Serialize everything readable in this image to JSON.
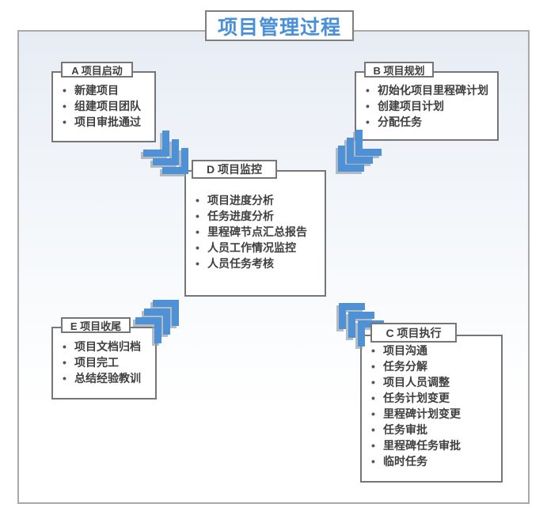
{
  "title": "项目管理过程",
  "phases": {
    "a": {
      "label": "A 项目启动",
      "items": [
        "新建项目",
        "组建项目团队",
        "项目审批通过"
      ]
    },
    "b": {
      "label": "B 项目规划",
      "items": [
        "初始化项目里程碑计划",
        "创建项目计划",
        "分配任务"
      ]
    },
    "d": {
      "label": "D 项目监控",
      "items": [
        "项目进度分析",
        "任务进度分析",
        "里程碑节点汇总报告",
        "人员工作情况监控",
        "人员任务考核"
      ]
    },
    "e": {
      "label": "E 项目收尾",
      "items": [
        "项目文档归档",
        "项目完工",
        "总结经验教训"
      ]
    },
    "c": {
      "label": "C 项目执行",
      "items": [
        "项目沟通",
        "任务分解",
        "项目人员调整",
        "任务计划变更",
        "里程碑计划变更",
        "任务审批",
        "里程碑任务审批",
        "临时任务"
      ]
    }
  },
  "arrows": [
    {
      "name": "triple-chevron-a-to-center",
      "direction": "southeast"
    },
    {
      "name": "triple-chevron-b-to-center",
      "direction": "southwest"
    },
    {
      "name": "triple-chevron-e-to-center",
      "direction": "northeast"
    },
    {
      "name": "triple-chevron-c-to-center",
      "direction": "northwest"
    }
  ],
  "colors": {
    "accent_blue": "#4a90d8",
    "chevron_blue": "#4f91d5",
    "box_border": "#767676",
    "frame_border": "#a9a9a9",
    "text": "#3f3f3f"
  }
}
